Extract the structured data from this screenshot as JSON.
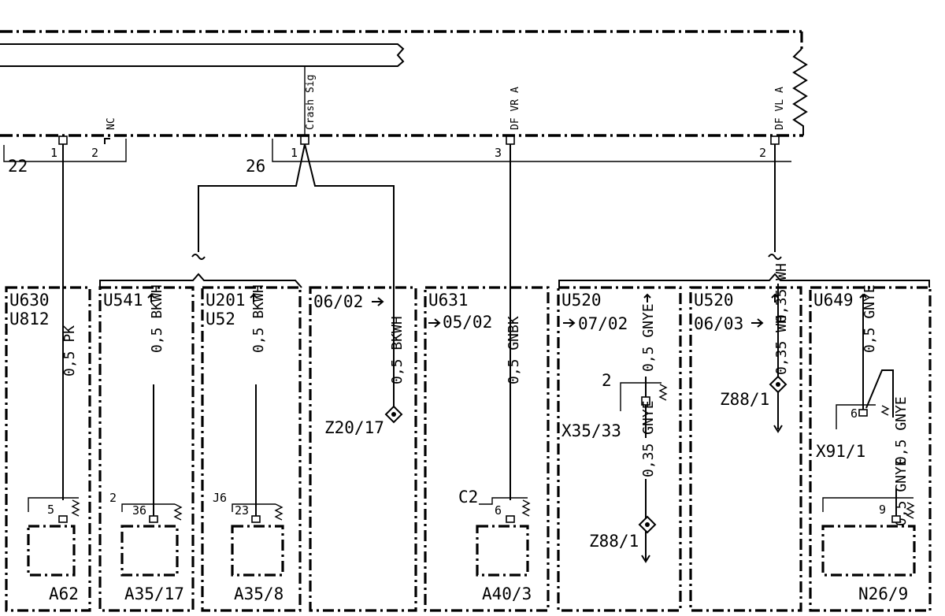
{
  "top_module": {
    "pins": [
      {
        "number": "1",
        "signal": ""
      },
      {
        "number": "2",
        "signal": "NC"
      },
      {
        "number": "1",
        "signal": "Crash Sig"
      },
      {
        "number": "3",
        "signal": "DF VR A"
      },
      {
        "number": "2",
        "signal": "DF VL A"
      }
    ],
    "connectors": [
      "22",
      "26"
    ]
  },
  "sections": [
    {
      "codes": [
        "U630",
        "U812"
      ],
      "wire": "0,5 PK",
      "pin_prefix": "",
      "pin": "5",
      "component": "A62"
    },
    {
      "codes": [
        "U541"
      ],
      "wire": "0,5 BKWH",
      "pin_prefix": "2",
      "pin": "36",
      "component": "A35/17"
    },
    {
      "codes": [
        "U201",
        "U52"
      ],
      "wire": "0,5 BKWH",
      "pin_prefix": "J6",
      "pin": "23",
      "component": "A35/8"
    },
    {
      "codes": [
        "06/02"
      ],
      "wire": "0,5 BKWH",
      "ground": "Z20/17"
    },
    {
      "codes": [
        "U631",
        "05/02"
      ],
      "wire": "0,5 GNBK",
      "pin_prefix": "C2",
      "pin": "6",
      "component": "A40/3"
    },
    {
      "codes": [
        "U520",
        "07/02"
      ],
      "wire": "0,5 GNYE",
      "connector": "X35/33",
      "connector_pin": "2",
      "wire2": "0,35 GNYE",
      "ground": "Z88/1"
    },
    {
      "codes": [
        "U520",
        "06/03"
      ],
      "wire": "0,35 WH",
      "ground": "Z88/1"
    },
    {
      "codes": [
        "U649"
      ],
      "wire": "0,5 GNYE",
      "connector": "X91/1",
      "connector_pin": "6",
      "wire2": "0,5 GNYE",
      "pin": "9",
      "component": "N26/9"
    }
  ]
}
